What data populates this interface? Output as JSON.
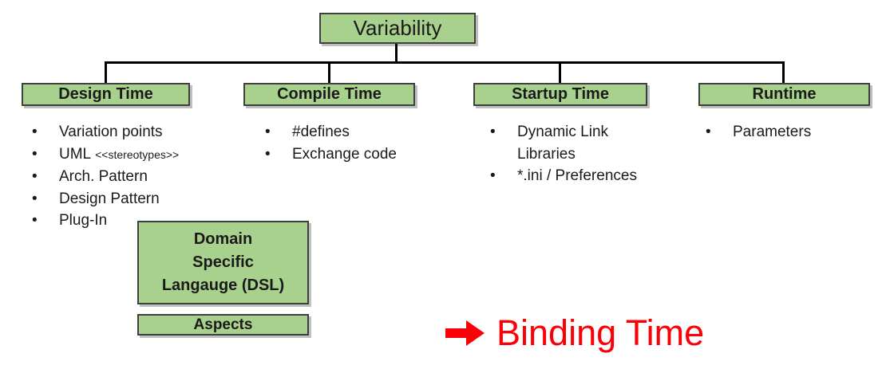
{
  "diagram": {
    "root_label": "Variability",
    "bullet_glyph": "•",
    "columns": [
      {
        "title": "Design Time",
        "items": [
          {
            "text": "Variation points"
          },
          {
            "text": "UML",
            "small": "<<stereotypes>>"
          },
          {
            "text": "Arch. Pattern"
          },
          {
            "text": "Design Pattern"
          },
          {
            "text": "Plug-In"
          }
        ]
      },
      {
        "title": "Compile Time",
        "items": [
          {
            "text": "#defines"
          },
          {
            "text": "Exchange code"
          }
        ]
      },
      {
        "title": "Startup Time",
        "items": [
          {
            "text": "Dynamic Link",
            "line2": "Libraries"
          },
          {
            "text": "*.ini / Preferences"
          }
        ]
      },
      {
        "title": "Runtime",
        "items": [
          {
            "text": "Parameters"
          }
        ]
      }
    ],
    "floating_boxes": {
      "dsl": {
        "lines": [
          "Domain",
          "Specific",
          "Langauge (DSL)"
        ]
      },
      "aspects": {
        "label": "Aspects"
      }
    },
    "annotation": {
      "icon": "right-arrow",
      "label": "Binding Time"
    },
    "colors": {
      "box_fill": "#a9d18e",
      "box_border": "#3f3f3f",
      "connector": "#000000",
      "text": "#1a1a1a",
      "annotation_red": "#fb0006"
    }
  }
}
